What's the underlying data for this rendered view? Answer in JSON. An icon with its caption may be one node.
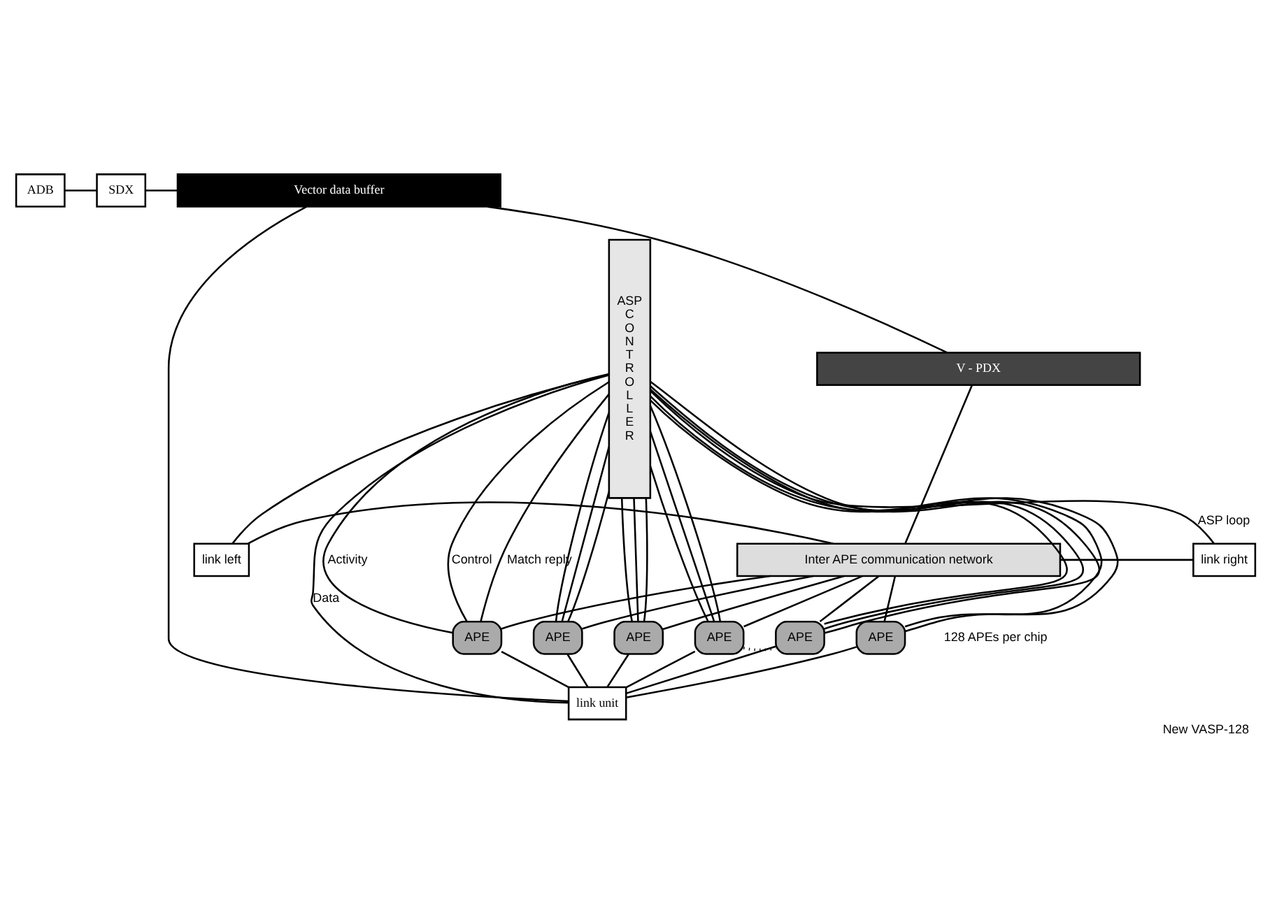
{
  "diagram": {
    "caption": "New VASP-128",
    "nodes": [
      {
        "text": [
          "ADB"
        ]
      },
      {
        "text": [
          "SDX"
        ]
      },
      {
        "text": [
          "Vector data buffer"
        ]
      },
      {
        "text": [
          "V - PDX"
        ]
      },
      {
        "text": [
          "ASP",
          "C O N T R O L L E R"
        ]
      },
      {
        "text": [
          "link left"
        ]
      },
      {
        "text": [
          "Inter APE communication network"
        ]
      },
      {
        "text": [
          "link right"
        ]
      },
      {
        "text": [
          "link unit"
        ]
      },
      {
        "text": [
          "APE"
        ]
      },
      {
        "text": [
          "APE"
        ]
      },
      {
        "text": [
          "APE"
        ]
      },
      {
        "text": [
          "APE"
        ]
      },
      {
        "text": [
          "APE"
        ]
      },
      {
        "text": [
          "APE"
        ],
        "beside": [
          "128 APEs per chip"
        ]
      }
    ],
    "edges": [
      {
        "from": 0,
        "to": 1,
        "arrow": "none"
      },
      {
        "from": 1,
        "to": 2,
        "arrow": "none"
      },
      {
        "from": 2,
        "to": 3,
        "arrow": "none"
      },
      {
        "from": 3,
        "to": 6,
        "arrow": "none"
      },
      {
        "from": 2,
        "to": 8,
        "arrow": "none"
      },
      {
        "from": 4,
        "to": 5,
        "arrow": "none"
      },
      {
        "from": 5,
        "to": 6,
        "arrow": "none"
      },
      {
        "from": 6,
        "to": 7,
        "arrow": "none"
      },
      {
        "from": 4,
        "to": 7,
        "arrow": "none",
        "label": "ASP loop"
      },
      {
        "from": 6,
        "to": 9,
        "arrow": "none"
      },
      {
        "from": 6,
        "to": 10,
        "arrow": "none"
      },
      {
        "from": 6,
        "to": 11,
        "arrow": "none"
      },
      {
        "from": 6,
        "to": 12,
        "arrow": "none"
      },
      {
        "from": 6,
        "to": 13,
        "arrow": "none"
      },
      {
        "from": 6,
        "to": 14,
        "arrow": "none"
      },
      {
        "from": 12,
        "to": 13,
        "arrow": "none",
        "style": "dashed"
      },
      {
        "from": 4,
        "to": 9,
        "arrow": "none",
        "label": "Match reply"
      },
      {
        "from": 4,
        "to": 10,
        "arrow": "none"
      },
      {
        "from": 4,
        "to": 11,
        "arrow": "none"
      },
      {
        "from": 4,
        "to": 12,
        "arrow": "none"
      },
      {
        "from": 4,
        "to": 13,
        "arrow": "none"
      },
      {
        "from": 4,
        "to": 8,
        "arrow": "none",
        "label": "Data"
      },
      {
        "from": 9,
        "to": 8,
        "arrow": "none"
      },
      {
        "from": 10,
        "to": 8,
        "arrow": "none"
      },
      {
        "from": 11,
        "to": 8,
        "arrow": "none"
      },
      {
        "from": 12,
        "to": 8,
        "arrow": "none"
      },
      {
        "from": 13,
        "to": 8,
        "arrow": "none"
      },
      {
        "from": 14,
        "to": 8,
        "arrow": "none"
      },
      {
        "from": 4,
        "to": 9,
        "arrow": "none",
        "label": "Activity"
      },
      {
        "from": 4,
        "to": 10,
        "arrow": "none"
      },
      {
        "from": 4,
        "to": 11,
        "arrow": "none"
      },
      {
        "from": 4,
        "to": 12,
        "arrow": "none"
      },
      {
        "from": 4,
        "to": 13,
        "arrow": "none"
      },
      {
        "from": 4,
        "to": 14,
        "arrow": "none"
      },
      {
        "from": 4,
        "to": 9,
        "arrow": "none",
        "label": "Control"
      },
      {
        "from": 4,
        "to": 10,
        "arrow": "none"
      },
      {
        "from": 4,
        "to": 11,
        "arrow": "none"
      },
      {
        "from": 4,
        "to": 12,
        "arrow": "none"
      },
      {
        "from": 4,
        "to": 13,
        "arrow": "none"
      },
      {
        "from": 4,
        "to": 14,
        "arrow": "none"
      }
    ]
  }
}
